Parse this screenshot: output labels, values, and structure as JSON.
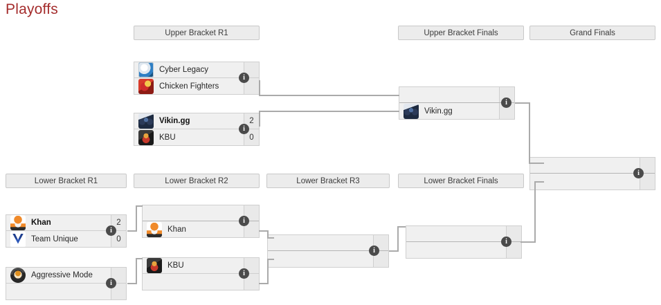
{
  "page": {
    "title": "Playoffs",
    "title_color": "#a42c2c"
  },
  "icons": {
    "info": "i",
    "info_name": "info-icon"
  },
  "rounds": [
    {
      "id": "ub-r1",
      "label": "Upper Bracket R1"
    },
    {
      "id": "ub-f",
      "label": "Upper Bracket Finals"
    },
    {
      "id": "gf",
      "label": "Grand Finals"
    },
    {
      "id": "lb-r1",
      "label": "Lower Bracket R1"
    },
    {
      "id": "lb-r2",
      "label": "Lower Bracket R2"
    },
    {
      "id": "lb-r3",
      "label": "Lower Bracket R3"
    },
    {
      "id": "lb-f",
      "label": "Lower Bracket Finals"
    }
  ],
  "matches": {
    "ub_r1_m1": {
      "round": "Upper Bracket R1",
      "teams": [
        {
          "name": "Cyber Legacy",
          "logo": "cyber-legacy-logo",
          "score": "",
          "winner": false
        },
        {
          "name": "Chicken Fighters",
          "logo": "chicken-fighters-logo",
          "score": "",
          "winner": false
        }
      ]
    },
    "ub_r1_m2": {
      "round": "Upper Bracket R1",
      "teams": [
        {
          "name": "Vikin.gg",
          "logo": "vikingg-logo",
          "score": "2",
          "winner": true
        },
        {
          "name": "KBU",
          "logo": "kbu-logo",
          "score": "0",
          "winner": false
        }
      ]
    },
    "ub_finals": {
      "round": "Upper Bracket Finals",
      "teams": [
        {
          "name": "",
          "logo": "",
          "score": "",
          "winner": false
        },
        {
          "name": "Vikin.gg",
          "logo": "vikingg-logo",
          "score": "",
          "winner": false
        }
      ]
    },
    "grand_finals": {
      "round": "Grand Finals",
      "teams": [
        {
          "name": "",
          "logo": "",
          "score": "",
          "winner": false
        },
        {
          "name": "",
          "logo": "",
          "score": "",
          "winner": false
        }
      ]
    },
    "lb_r1_m1": {
      "round": "Lower Bracket R1",
      "teams": [
        {
          "name": "Khan",
          "logo": "khan-logo",
          "score": "2",
          "winner": true
        },
        {
          "name": "Team Unique",
          "logo": "unique-logo",
          "score": "0",
          "winner": false
        }
      ]
    },
    "lb_r1_m2": {
      "round": "Lower Bracket R1",
      "teams": [
        {
          "name": "Aggressive Mode",
          "logo": "aggressive-mode-logo",
          "score": "",
          "winner": false
        },
        {
          "name": "",
          "logo": "",
          "score": "",
          "winner": false
        }
      ]
    },
    "lb_r2_m1": {
      "round": "Lower Bracket R2",
      "teams": [
        {
          "name": "",
          "logo": "",
          "score": "",
          "winner": false
        },
        {
          "name": "Khan",
          "logo": "khan-logo",
          "score": "",
          "winner": false
        }
      ]
    },
    "lb_r2_m2": {
      "round": "Lower Bracket R2",
      "teams": [
        {
          "name": "KBU",
          "logo": "kbu-logo",
          "score": "",
          "winner": false
        },
        {
          "name": "",
          "logo": "",
          "score": "",
          "winner": false
        }
      ]
    },
    "lb_r3_m1": {
      "round": "Lower Bracket R3",
      "teams": [
        {
          "name": "",
          "logo": "",
          "score": "",
          "winner": false
        },
        {
          "name": "",
          "logo": "",
          "score": "",
          "winner": false
        }
      ]
    },
    "lb_finals": {
      "round": "Lower Bracket Finals",
      "teams": [
        {
          "name": "",
          "logo": "",
          "score": "",
          "winner": false
        },
        {
          "name": "",
          "logo": "",
          "score": "",
          "winner": false
        }
      ]
    }
  },
  "colors": {
    "box_bg": "#f0f0f0",
    "box_border": "#cfcfcf",
    "header_bg": "#ececec",
    "connector": "#aaaaaa",
    "info_badge": "#4b4b4b"
  }
}
